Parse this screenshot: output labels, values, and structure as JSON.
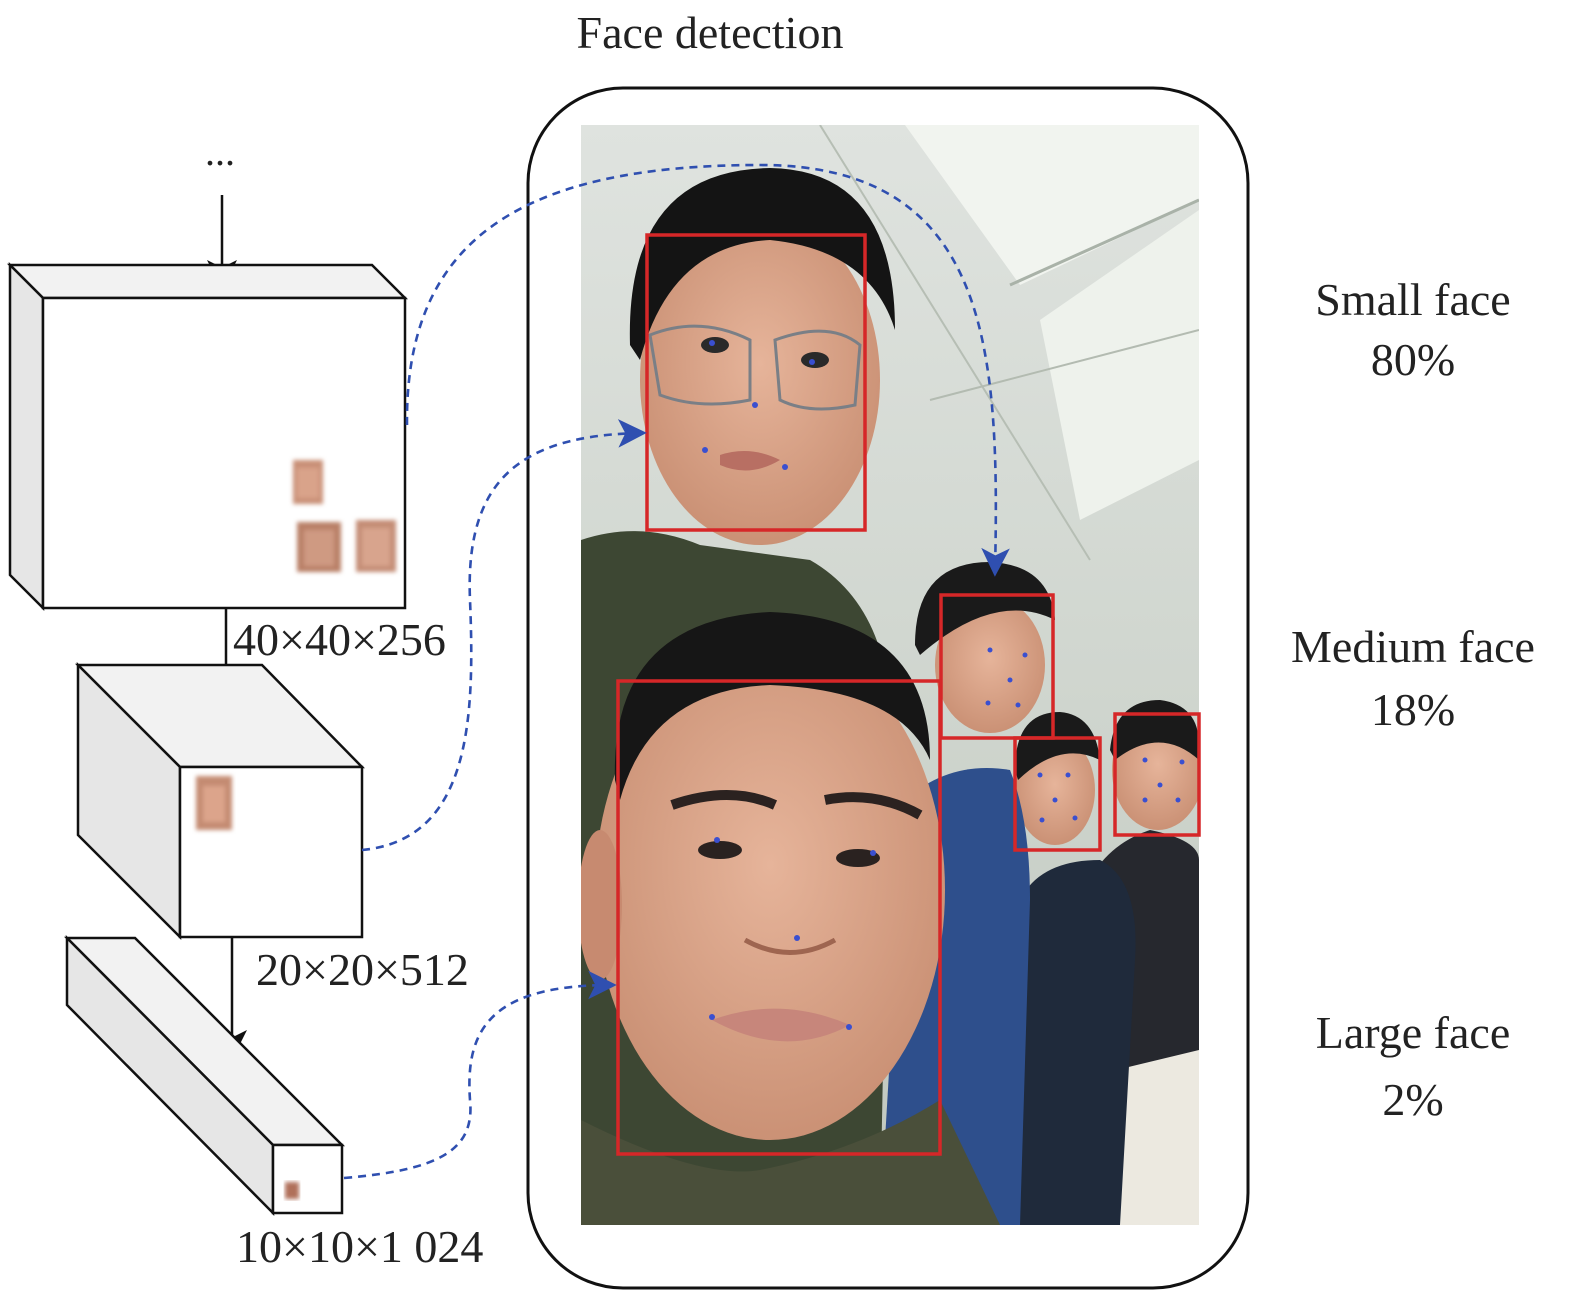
{
  "title": "Face detection",
  "ellipsis": "...",
  "feature_maps": [
    {
      "label": "40×40×256"
    },
    {
      "label": "20×20×512"
    },
    {
      "label": "10×10×1 024"
    }
  ],
  "face_stats": [
    {
      "name": "Small face",
      "percent": "80%"
    },
    {
      "name": "Medium face",
      "percent": "18%"
    },
    {
      "name": "Large face",
      "percent": "2%"
    }
  ],
  "colors": {
    "detection_box": "#d62728",
    "dashed_link": "#2f4fb0",
    "landmark": "#3a4fd0",
    "map_front": "#ffffff",
    "map_side": "#e6e6e6"
  }
}
